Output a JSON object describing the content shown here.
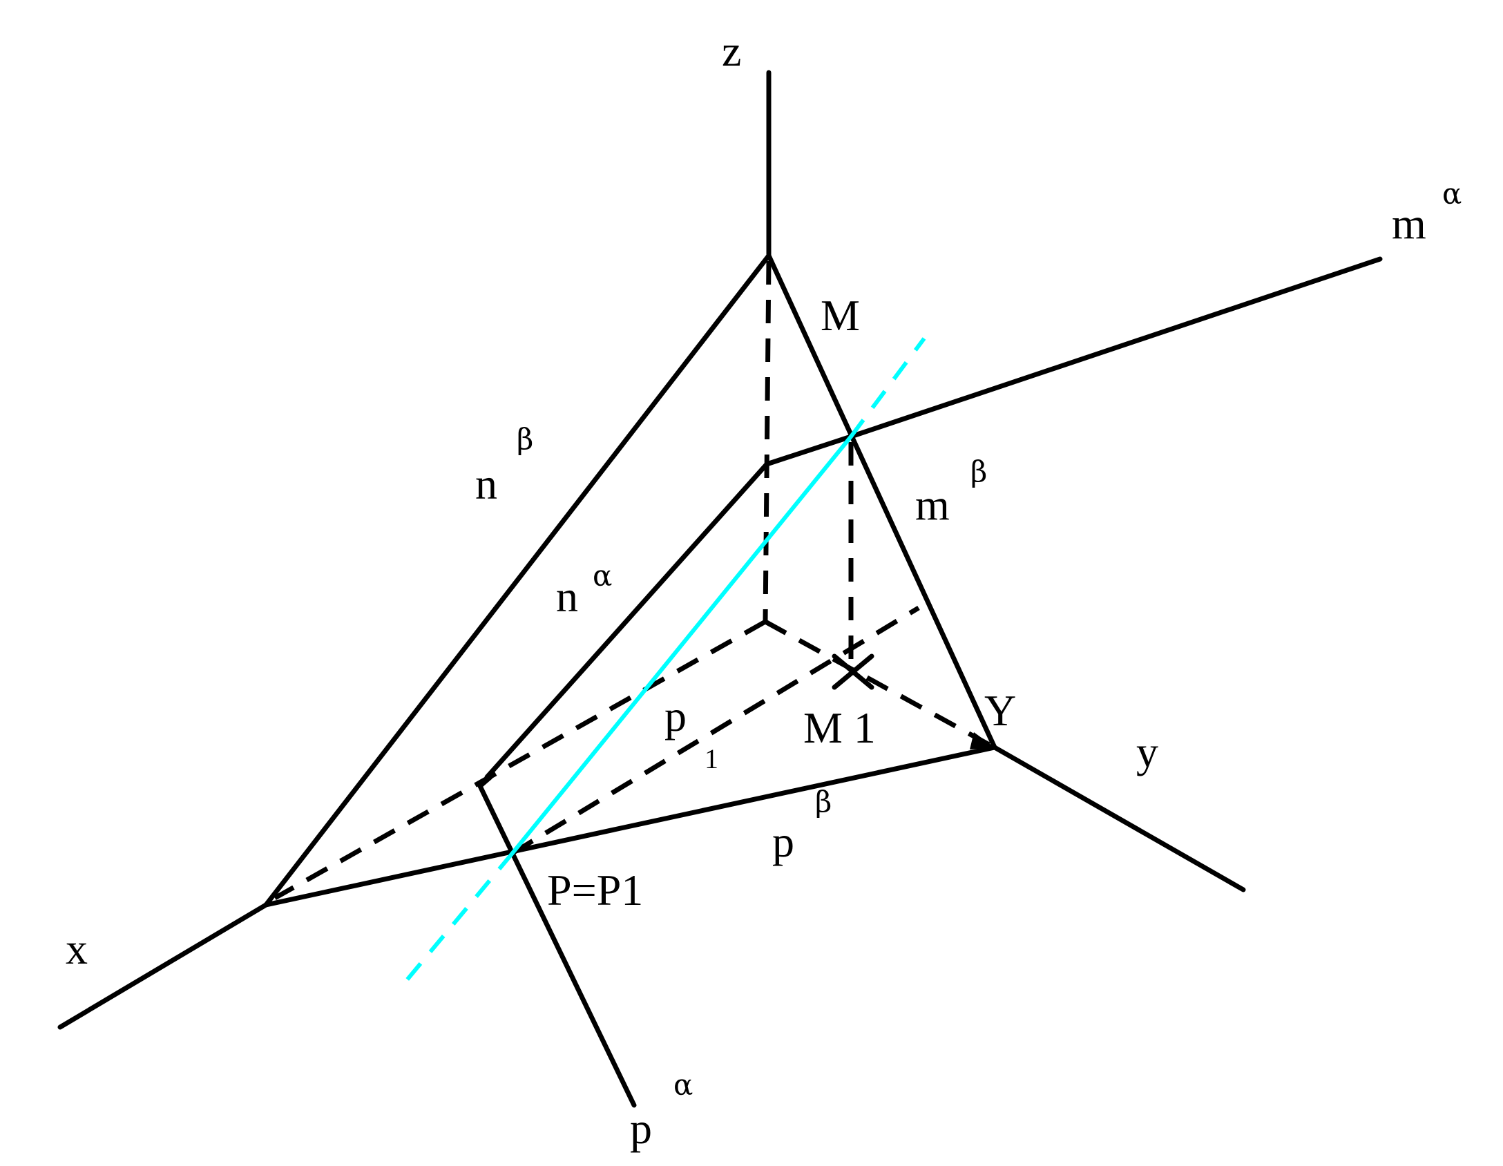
{
  "labels": {
    "z": "z",
    "x": "x",
    "y": "y",
    "Y": "Y",
    "M": "M",
    "M1": "M 1",
    "P_P1": "P=P1",
    "m": "m",
    "n": "n",
    "p": "p",
    "alpha": "α",
    "beta": "β",
    "sub1": "1"
  },
  "colors": {
    "line": "#000000",
    "highlight_line": "#00ffff",
    "background": "#ffffff"
  }
}
